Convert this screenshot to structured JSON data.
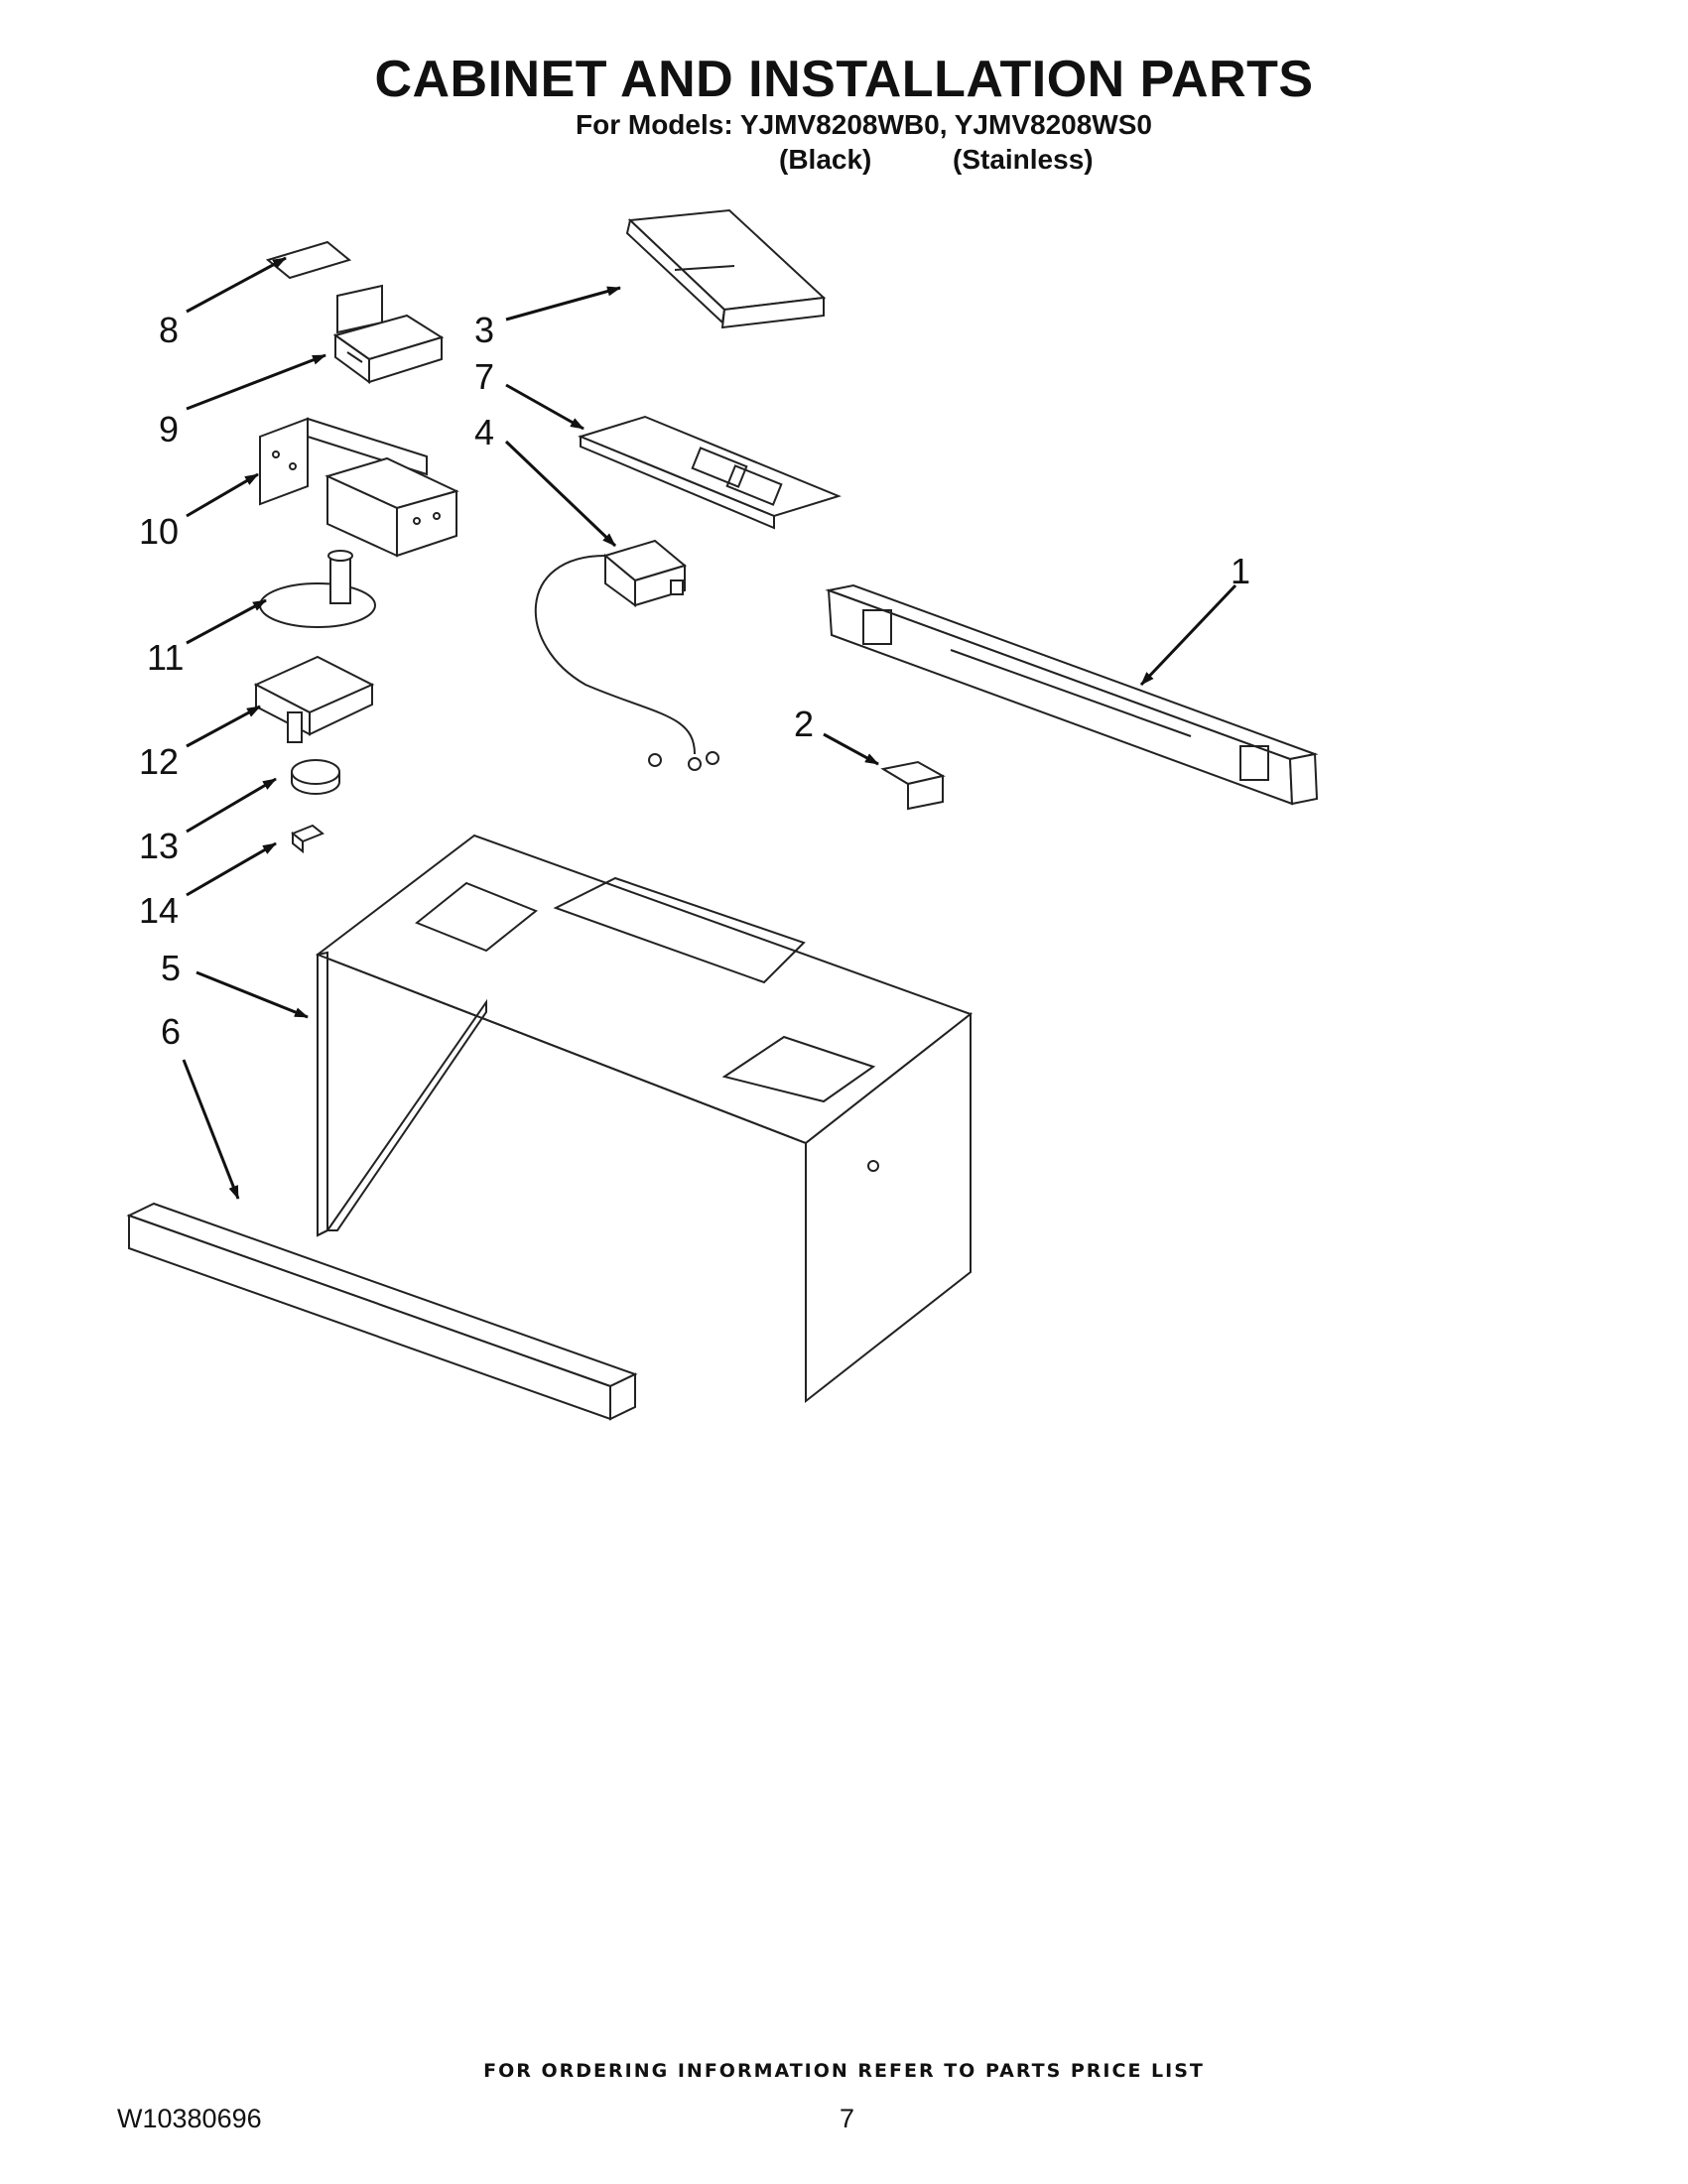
{
  "page": {
    "title": "CABINET AND INSTALLATION PARTS",
    "models_line": "For Models: YJMV8208WB0, YJMV8208WS0",
    "variant_black": "(Black)",
    "variant_stainless": "(Stainless)",
    "footer_note": "FOR ORDERING INFORMATION REFER TO PARTS PRICE LIST",
    "document_number": "W10380696",
    "page_number": "7"
  },
  "callouts": {
    "c1": "1",
    "c2": "2",
    "c3": "3",
    "c4": "4",
    "c5": "5",
    "c6": "6",
    "c7": "7",
    "c8": "8",
    "c9": "9",
    "c10": "10",
    "c11": "11",
    "c12": "12",
    "c13": "13",
    "c14": "14"
  }
}
